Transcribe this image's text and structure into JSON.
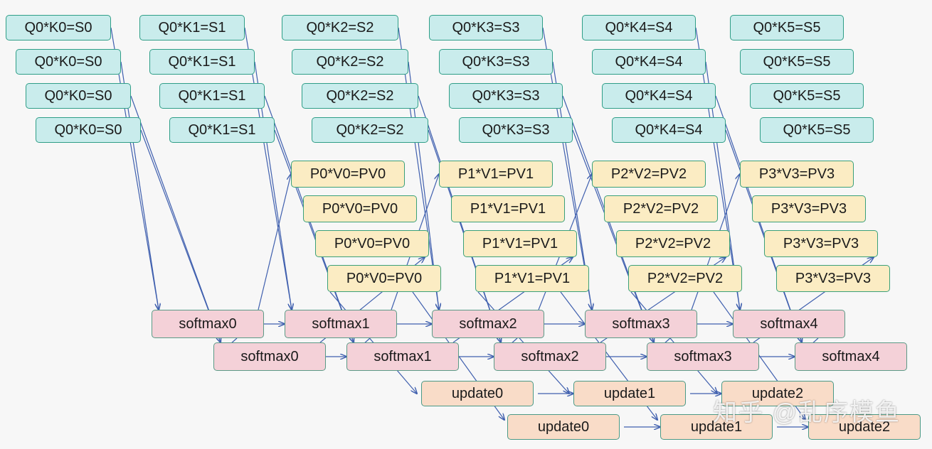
{
  "colors": {
    "qk": "#c9ecec",
    "pv": "#fbecc3",
    "softmax": "#f4d1d8",
    "update": "#f9dcc8",
    "edge": "#3f5fae"
  },
  "qk_rows": [
    [
      "Q0*K0=S0",
      "Q0*K1=S1",
      "Q0*K2=S2",
      "Q0*K3=S3",
      "Q0*K4=S4",
      "Q0*K5=S5"
    ],
    [
      "Q0*K0=S0",
      "Q0*K1=S1",
      "Q0*K2=S2",
      "Q0*K3=S3",
      "Q0*K4=S4",
      "Q0*K5=S5"
    ],
    [
      "Q0*K0=S0",
      "Q0*K1=S1",
      "Q0*K2=S2",
      "Q0*K3=S3",
      "Q0*K4=S4",
      "Q0*K5=S5"
    ],
    [
      "Q0*K0=S0",
      "Q0*K1=S1",
      "Q0*K2=S2",
      "Q0*K3=S3",
      "Q0*K4=S4",
      "Q0*K5=S5"
    ]
  ],
  "pv_rows": [
    [
      "P0*V0=PV0",
      "P1*V1=PV1",
      "P2*V2=PV2",
      "P3*V3=PV3"
    ],
    [
      "P0*V0=PV0",
      "P1*V1=PV1",
      "P2*V2=PV2",
      "P3*V3=PV3"
    ],
    [
      "P0*V0=PV0",
      "P1*V1=PV1",
      "P2*V2=PV2",
      "P3*V3=PV3"
    ],
    [
      "P0*V0=PV0",
      "P1*V1=PV1",
      "P2*V2=PV2",
      "P3*V3=PV3"
    ]
  ],
  "softmax_rows": [
    [
      "softmax0",
      "softmax1",
      "softmax2",
      "softmax3",
      "softmax4"
    ],
    [
      "softmax0",
      "softmax1",
      "softmax2",
      "softmax3",
      "softmax4"
    ]
  ],
  "update_rows": [
    [
      "update0",
      "update1",
      "update2"
    ],
    [
      "update0",
      "update1",
      "update2"
    ]
  ],
  "watermark": "知乎 @乱序模鱼"
}
